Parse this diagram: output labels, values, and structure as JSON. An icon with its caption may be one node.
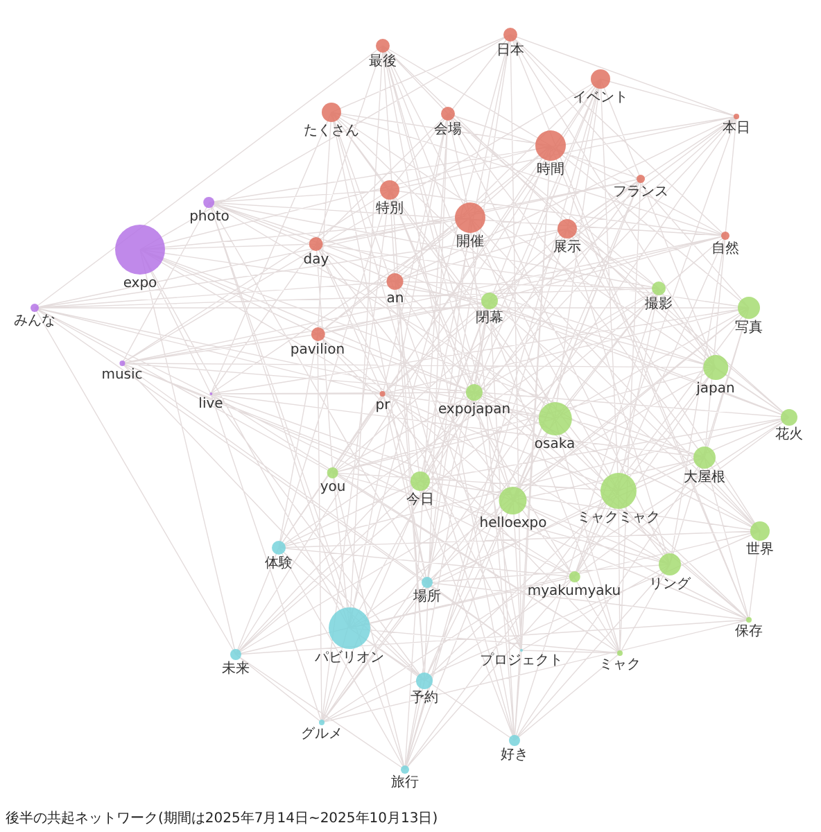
{
  "diagram": {
    "caption": "後半の共起ネットワーク(期間は2025年7月14日~2025年10月13日)",
    "nodes": [
      {
        "text": [
          "日本"
        ]
      },
      {
        "text": [
          "最後"
        ]
      },
      {
        "text": [
          "イベント"
        ]
      },
      {
        "text": [
          "たくさん"
        ]
      },
      {
        "text": [
          "会場"
        ]
      },
      {
        "text": [
          "本日"
        ]
      },
      {
        "text": [
          "時間"
        ]
      },
      {
        "text": [
          "フランス"
        ]
      },
      {
        "text": [
          "特別"
        ]
      },
      {
        "text": [
          "開催"
        ]
      },
      {
        "text": [
          "展示"
        ]
      },
      {
        "text": [
          "自然"
        ]
      },
      {
        "text": [
          "day"
        ]
      },
      {
        "text": [
          "an"
        ]
      },
      {
        "text": [
          "pavilion"
        ]
      },
      {
        "text": [
          "pr"
        ]
      },
      {
        "text": [
          "photo"
        ]
      },
      {
        "text": [
          "expo"
        ]
      },
      {
        "text": [
          "みんな"
        ]
      },
      {
        "text": [
          "music"
        ]
      },
      {
        "text": [
          "live"
        ]
      },
      {
        "text": [
          "撮影"
        ]
      },
      {
        "text": [
          "閉幕"
        ]
      },
      {
        "text": [
          "写真"
        ]
      },
      {
        "text": [
          "japan"
        ]
      },
      {
        "text": [
          "expojapan"
        ]
      },
      {
        "text": [
          "osaka"
        ]
      },
      {
        "text": [
          "花火"
        ]
      },
      {
        "text": [
          "大屋根"
        ]
      },
      {
        "text": [
          "you"
        ]
      },
      {
        "text": [
          "今日"
        ]
      },
      {
        "text": [
          "helloexpo"
        ]
      },
      {
        "text": [
          "ミャクミャク"
        ]
      },
      {
        "text": [
          "世界"
        ]
      },
      {
        "text": [
          "リング"
        ]
      },
      {
        "text": [
          "myakumyaku"
        ]
      },
      {
        "text": [
          "保存"
        ]
      },
      {
        "text": [
          "ミャク"
        ]
      },
      {
        "text": [
          "体験"
        ]
      },
      {
        "text": [
          "場所"
        ]
      },
      {
        "text": [
          "パビリオン"
        ]
      },
      {
        "text": [
          "未来"
        ]
      },
      {
        "text": [
          "プロジェクト"
        ]
      },
      {
        "text": [
          "予約"
        ]
      },
      {
        "text": [
          "グルメ"
        ]
      },
      {
        "text": [
          "好き"
        ]
      },
      {
        "text": [
          "旅行"
        ]
      }
    ]
  }
}
